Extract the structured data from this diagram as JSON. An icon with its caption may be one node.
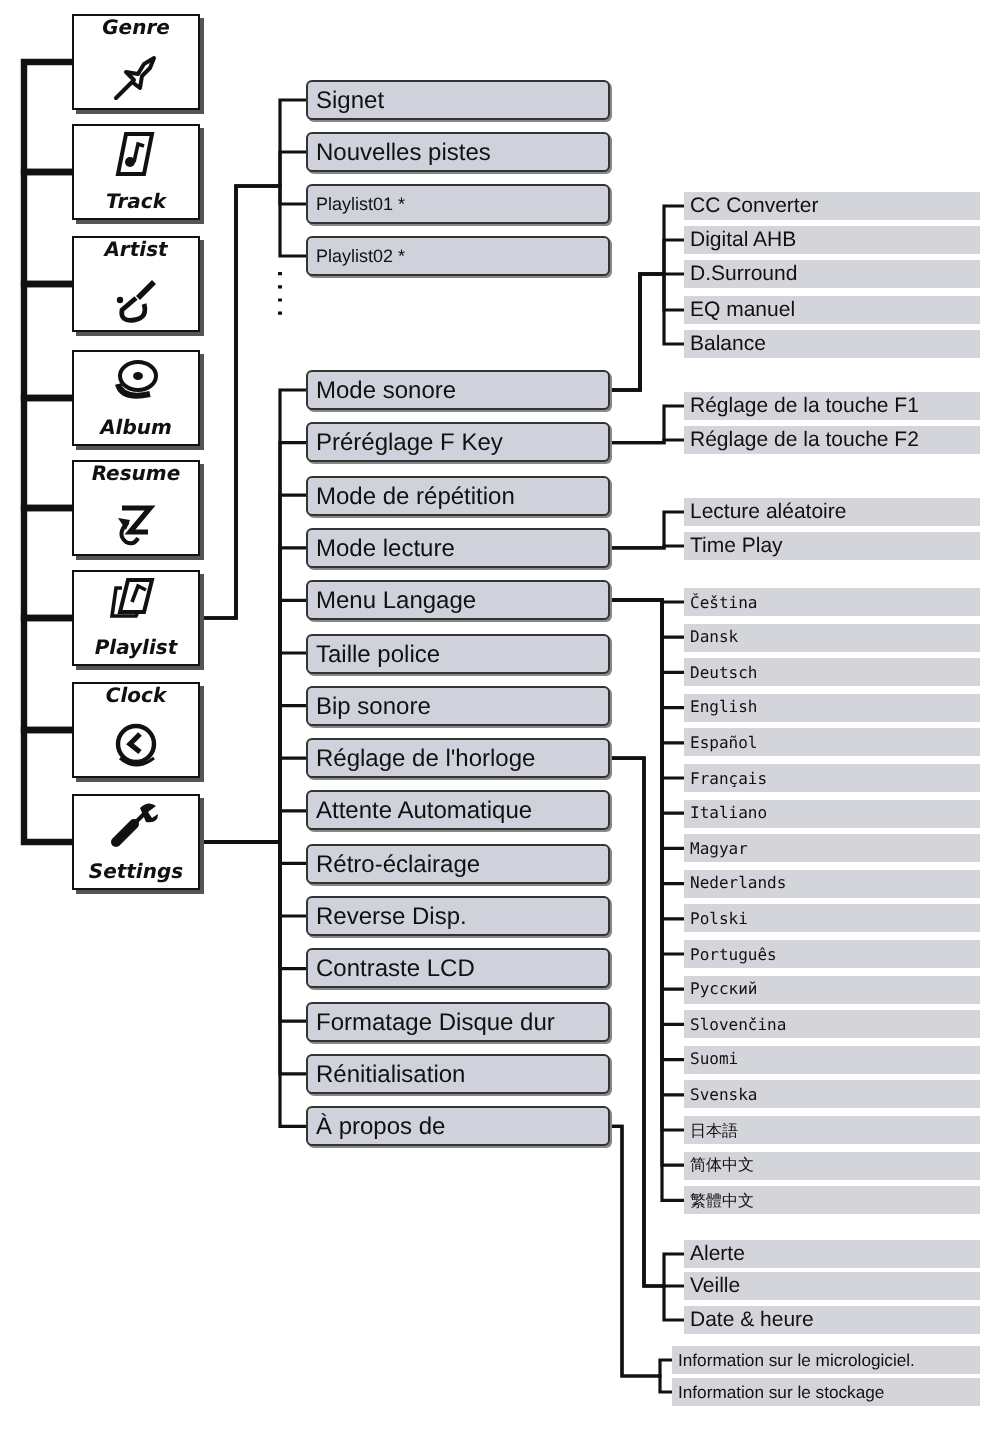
{
  "diagram": {
    "nodes": [
      {
        "text": [
          "Genre"
        ]
      },
      {
        "text": [
          "Track"
        ]
      },
      {
        "text": [
          "Artist"
        ]
      },
      {
        "text": [
          "Album"
        ]
      },
      {
        "text": [
          "Resume"
        ]
      },
      {
        "text": [
          "Playlist"
        ]
      },
      {
        "text": [
          "Clock"
        ]
      },
      {
        "text": [
          "Settings"
        ]
      },
      {
        "text": [
          "Signet"
        ]
      },
      {
        "text": [
          "Nouvelles pistes"
        ]
      },
      {
        "text": [
          "Playlist01 *"
        ]
      },
      {
        "text": [
          "Playlist02 *"
        ]
      },
      {
        "text": [
          "Mode sonore"
        ]
      },
      {
        "text": [
          "Préréglage F Key"
        ]
      },
      {
        "text": [
          "Mode de répétition"
        ]
      },
      {
        "text": [
          "Mode lecture"
        ]
      },
      {
        "text": [
          "Menu Langage"
        ]
      },
      {
        "text": [
          "Taille police"
        ]
      },
      {
        "text": [
          "Bip sonore"
        ]
      },
      {
        "text": [
          "Réglage de l'horloge"
        ]
      },
      {
        "text": [
          "Attente Automatique"
        ]
      },
      {
        "text": [
          "Rétro-éclairage"
        ]
      },
      {
        "text": [
          "Reverse Disp."
        ]
      },
      {
        "text": [
          "Contraste LCD"
        ]
      },
      {
        "text": [
          "Formatage Disque dur"
        ]
      },
      {
        "text": [
          "Rénitialisation"
        ]
      },
      {
        "text": [
          "À propos de"
        ]
      },
      {
        "text": [
          "CC Converter"
        ]
      },
      {
        "text": [
          "Digital AHB"
        ]
      },
      {
        "text": [
          "D.Surround"
        ]
      },
      {
        "text": [
          "EQ manuel"
        ]
      },
      {
        "text": [
          "Balance"
        ]
      },
      {
        "text": [
          "Réglage de la touche F1"
        ]
      },
      {
        "text": [
          "Réglage de la touche F2"
        ]
      },
      {
        "text": [
          "Lecture aléatoire"
        ]
      },
      {
        "text": [
          "Time Play"
        ]
      },
      {
        "text": [
          "Čeština"
        ]
      },
      {
        "text": [
          "Dansk"
        ]
      },
      {
        "text": [
          "Deutsch"
        ]
      },
      {
        "text": [
          "English"
        ]
      },
      {
        "text": [
          "Español"
        ]
      },
      {
        "text": [
          "Français"
        ]
      },
      {
        "text": [
          "Italiano"
        ]
      },
      {
        "text": [
          "Magyar"
        ]
      },
      {
        "text": [
          "Nederlands"
        ]
      },
      {
        "text": [
          "Polski"
        ]
      },
      {
        "text": [
          "Português"
        ]
      },
      {
        "text": [
          "Русский"
        ]
      },
      {
        "text": [
          "Slovenčina"
        ]
      },
      {
        "text": [
          "Suomi"
        ]
      },
      {
        "text": [
          "Svenska"
        ]
      },
      {
        "text": [
          "日本語"
        ]
      },
      {
        "text": [
          "简体中文"
        ]
      },
      {
        "text": [
          "繁體中文"
        ]
      },
      {
        "text": [
          "Alerte"
        ]
      },
      {
        "text": [
          "Veille"
        ]
      },
      {
        "text": [
          "Date & heure"
        ]
      },
      {
        "text": [
          "Information sur le micrologiciel."
        ]
      },
      {
        "text": [
          "Information sur le stockage"
        ]
      }
    ],
    "edges": [
      {
        "from": 0,
        "to": 1,
        "arrow": "none",
        "style": "thick"
      },
      {
        "from": 1,
        "to": 2,
        "arrow": "none",
        "style": "thick"
      },
      {
        "from": 2,
        "to": 3,
        "arrow": "none",
        "style": "thick"
      },
      {
        "from": 3,
        "to": 4,
        "arrow": "none",
        "style": "thick"
      },
      {
        "from": 4,
        "to": 5,
        "arrow": "none",
        "style": "thick"
      },
      {
        "from": 5,
        "to": 6,
        "arrow": "none",
        "style": "thick"
      },
      {
        "from": 6,
        "to": 7,
        "arrow": "none",
        "style": "thick"
      },
      {
        "from": 5,
        "to": 8,
        "arrow": "none"
      },
      {
        "from": 5,
        "to": 9,
        "arrow": "none"
      },
      {
        "from": 5,
        "to": 10,
        "arrow": "none"
      },
      {
        "from": 5,
        "to": 11,
        "arrow": "none"
      },
      {
        "from": 7,
        "to": 12,
        "arrow": "none"
      },
      {
        "from": 7,
        "to": 13,
        "arrow": "none"
      },
      {
        "from": 7,
        "to": 14,
        "arrow": "none"
      },
      {
        "from": 7,
        "to": 15,
        "arrow": "none"
      },
      {
        "from": 7,
        "to": 16,
        "arrow": "none"
      },
      {
        "from": 7,
        "to": 17,
        "arrow": "none"
      },
      {
        "from": 7,
        "to": 18,
        "arrow": "none"
      },
      {
        "from": 7,
        "to": 19,
        "arrow": "none"
      },
      {
        "from": 7,
        "to": 20,
        "arrow": "none"
      },
      {
        "from": 7,
        "to": 21,
        "arrow": "none"
      },
      {
        "from": 7,
        "to": 22,
        "arrow": "none"
      },
      {
        "from": 7,
        "to": 23,
        "arrow": "none"
      },
      {
        "from": 7,
        "to": 24,
        "arrow": "none"
      },
      {
        "from": 7,
        "to": 25,
        "arrow": "none"
      },
      {
        "from": 7,
        "to": 26,
        "arrow": "none"
      },
      {
        "from": 12,
        "to": 27,
        "arrow": "none"
      },
      {
        "from": 12,
        "to": 28,
        "arrow": "none"
      },
      {
        "from": 12,
        "to": 29,
        "arrow": "none"
      },
      {
        "from": 12,
        "to": 30,
        "arrow": "none"
      },
      {
        "from": 12,
        "to": 31,
        "arrow": "none"
      },
      {
        "from": 13,
        "to": 32,
        "arrow": "none"
      },
      {
        "from": 13,
        "to": 33,
        "arrow": "none"
      },
      {
        "from": 15,
        "to": 34,
        "arrow": "none"
      },
      {
        "from": 15,
        "to": 35,
        "arrow": "none"
      },
      {
        "from": 16,
        "to": 36,
        "arrow": "none"
      },
      {
        "from": 16,
        "to": 37,
        "arrow": "none"
      },
      {
        "from": 16,
        "to": 38,
        "arrow": "none"
      },
      {
        "from": 16,
        "to": 39,
        "arrow": "none"
      },
      {
        "from": 16,
        "to": 40,
        "arrow": "none"
      },
      {
        "from": 16,
        "to": 41,
        "arrow": "none"
      },
      {
        "from": 16,
        "to": 42,
        "arrow": "none"
      },
      {
        "from": 16,
        "to": 43,
        "arrow": "none"
      },
      {
        "from": 16,
        "to": 44,
        "arrow": "none"
      },
      {
        "from": 16,
        "to": 45,
        "arrow": "none"
      },
      {
        "from": 16,
        "to": 46,
        "arrow": "none"
      },
      {
        "from": 16,
        "to": 47,
        "arrow": "none"
      },
      {
        "from": 16,
        "to": 48,
        "arrow": "none"
      },
      {
        "from": 16,
        "to": 49,
        "arrow": "none"
      },
      {
        "from": 16,
        "to": 50,
        "arrow": "none"
      },
      {
        "from": 16,
        "to": 51,
        "arrow": "none"
      },
      {
        "from": 16,
        "to": 52,
        "arrow": "none"
      },
      {
        "from": 16,
        "to": 53,
        "arrow": "none"
      },
      {
        "from": 19,
        "to": 54,
        "arrow": "none"
      },
      {
        "from": 19,
        "to": 55,
        "arrow": "none"
      },
      {
        "from": 19,
        "to": 56,
        "arrow": "none"
      },
      {
        "from": 26,
        "to": 57,
        "arrow": "none"
      },
      {
        "from": 26,
        "to": 58,
        "arrow": "none"
      }
    ]
  }
}
